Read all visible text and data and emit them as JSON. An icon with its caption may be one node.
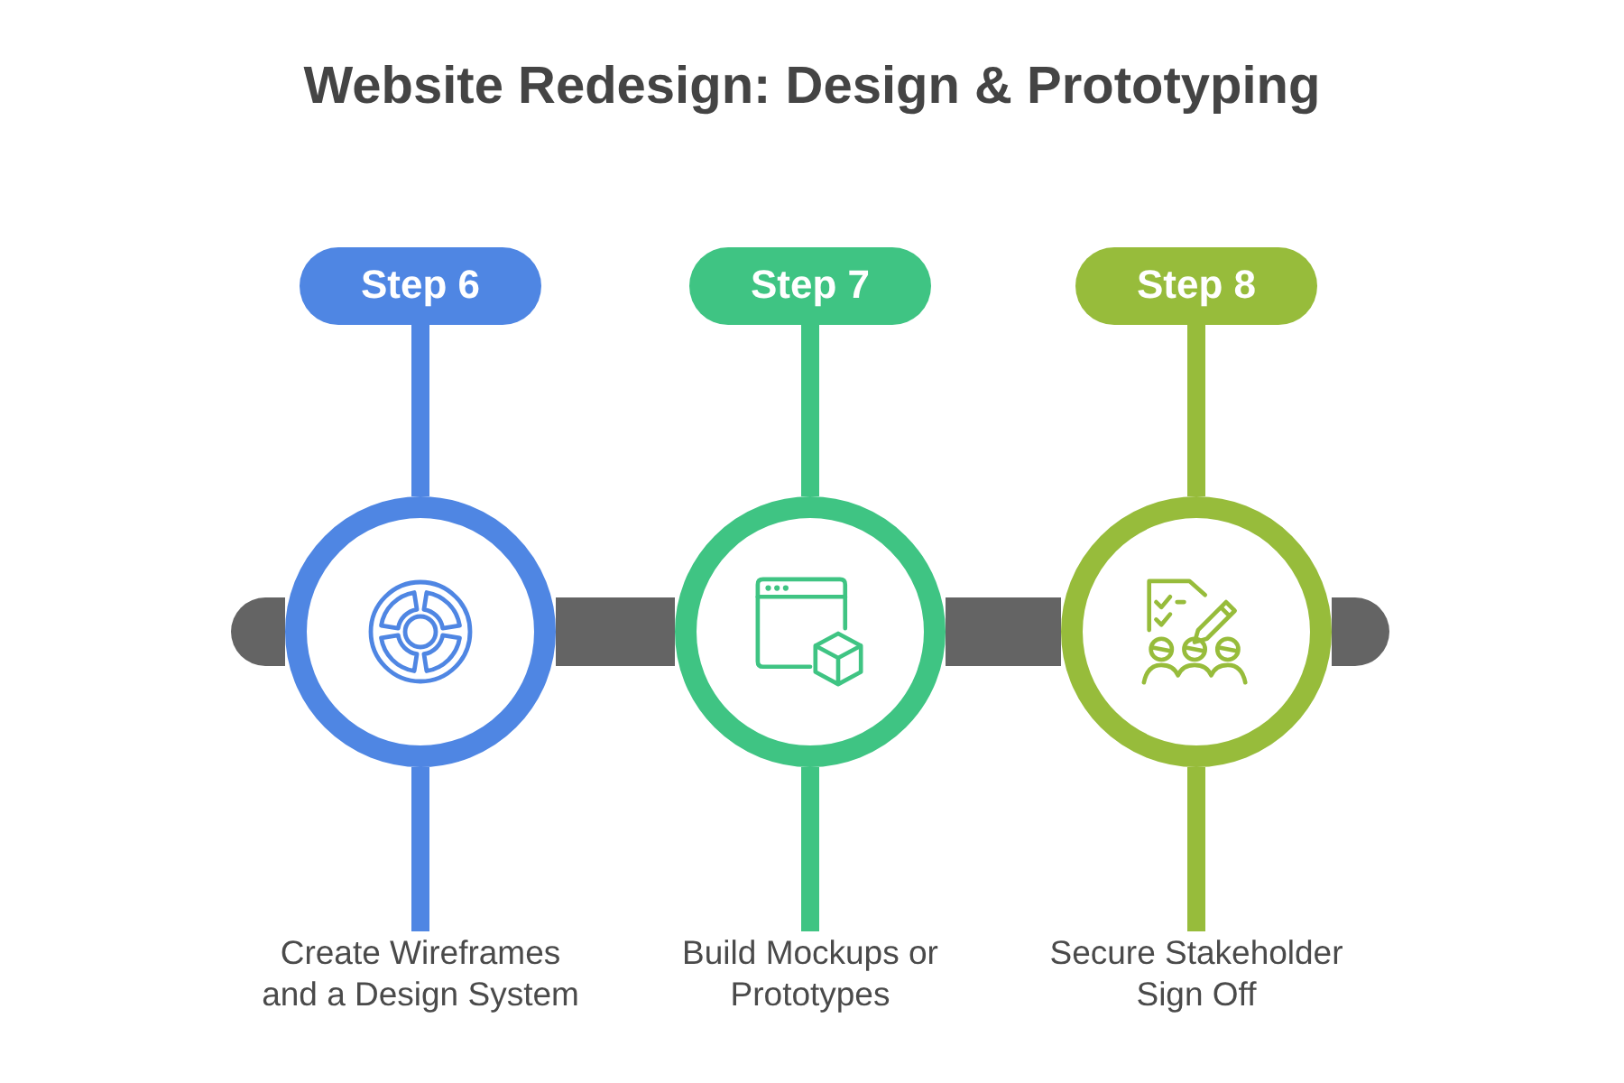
{
  "diagram": {
    "title": "Website Redesign: Design & Prototyping",
    "nodes": [
      {
        "text": [
          "Step 6"
        ]
      },
      {
        "text": [
          "Step 7"
        ]
      },
      {
        "text": [
          "Step 8"
        ]
      },
      {
        "text": [],
        "shape": "circle"
      },
      {
        "text": [],
        "shape": "circle"
      },
      {
        "text": [],
        "shape": "circle"
      },
      {
        "text": [
          "Create Wireframes and a Design System"
        ]
      },
      {
        "text": [
          "Build Mockups or Prototypes"
        ]
      },
      {
        "text": [
          "Secure Stakeholder Sign Off"
        ]
      }
    ],
    "edges": [
      {
        "from": 0,
        "to": 3,
        "arrow": "none",
        "color": "#4f86e3"
      },
      {
        "from": 3,
        "to": 6,
        "arrow": "none",
        "color": "#4f86e3"
      },
      {
        "from": 1,
        "to": 4,
        "arrow": "none",
        "color": "#3fc483"
      },
      {
        "from": 4,
        "to": 7,
        "arrow": "none",
        "color": "#3fc483"
      },
      {
        "from": 2,
        "to": 5,
        "arrow": "none",
        "color": "#97bc3b"
      },
      {
        "from": 5,
        "to": 8,
        "arrow": "none",
        "color": "#97bc3b"
      },
      {
        "from": null,
        "to": 3,
        "arrow": "none",
        "style": "thick",
        "color": "#646464"
      },
      {
        "from": 3,
        "to": 4,
        "arrow": "none",
        "style": "thick",
        "color": "#646464"
      },
      {
        "from": 4,
        "to": 5,
        "arrow": "none",
        "style": "thick",
        "color": "#646464"
      },
      {
        "from": 5,
        "to": null,
        "arrow": "none",
        "style": "thick",
        "color": "#646464"
      }
    ]
  }
}
